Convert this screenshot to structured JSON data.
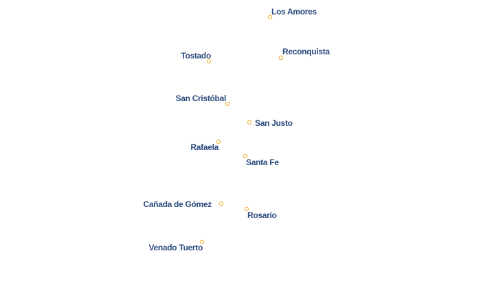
{
  "colors": {
    "background": "#ffffff",
    "label_text": "#2b4a7e",
    "label_halo": "#ffffff",
    "marker_stroke": "#f0b84a",
    "marker_fill": "#ffffff"
  },
  "map": {
    "cities": [
      {
        "id": "los-amores",
        "name": "Los Amores"
      },
      {
        "id": "tostado",
        "name": "Tostado"
      },
      {
        "id": "reconquista",
        "name": "Reconquista"
      },
      {
        "id": "san-cristobal",
        "name": "San Cristóbal"
      },
      {
        "id": "san-justo",
        "name": "San Justo"
      },
      {
        "id": "rafaela",
        "name": "Rafaela"
      },
      {
        "id": "santa-fe",
        "name": "Santa Fe"
      },
      {
        "id": "canada-de-gomez",
        "name": "Cañada de Gómez"
      },
      {
        "id": "rosario",
        "name": "Rosario"
      },
      {
        "id": "venado-tuerto",
        "name": "Venado Tuerto"
      }
    ]
  }
}
